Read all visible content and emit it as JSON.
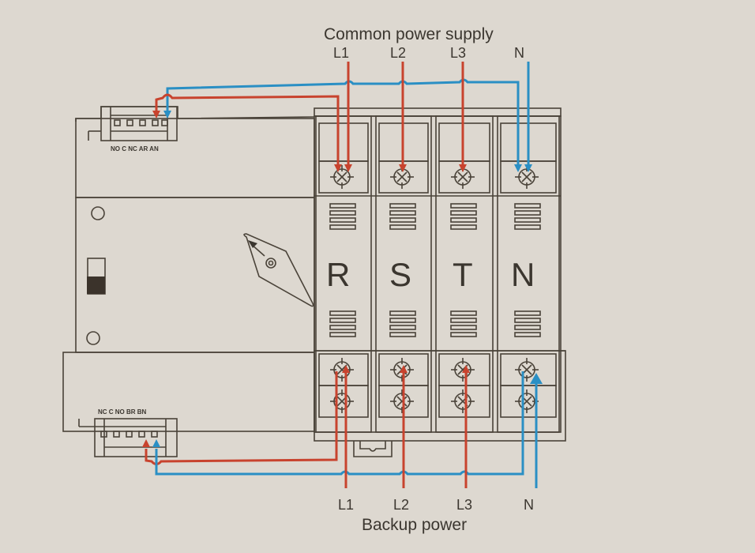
{
  "top_label": {
    "title": "Common power supply",
    "phases": [
      "L1",
      "L2",
      "L3",
      "N"
    ]
  },
  "bottom_label": {
    "title": "Backup power",
    "phases": [
      "L1",
      "L2",
      "L3",
      "N"
    ]
  },
  "top_aux_terminal_labels": "NO C NC AR AN",
  "bottom_aux_terminal_labels": "NC C NO BR BN",
  "poles": [
    "R",
    "S",
    "T",
    "N"
  ],
  "wire_colors": {
    "phase": "#c8432e",
    "neutral": "#2a8fc4"
  },
  "icons": {
    "handle": "rotary-handle-icon",
    "switch": "toggle-switch-icon",
    "screw": "terminal-screw-icon"
  }
}
